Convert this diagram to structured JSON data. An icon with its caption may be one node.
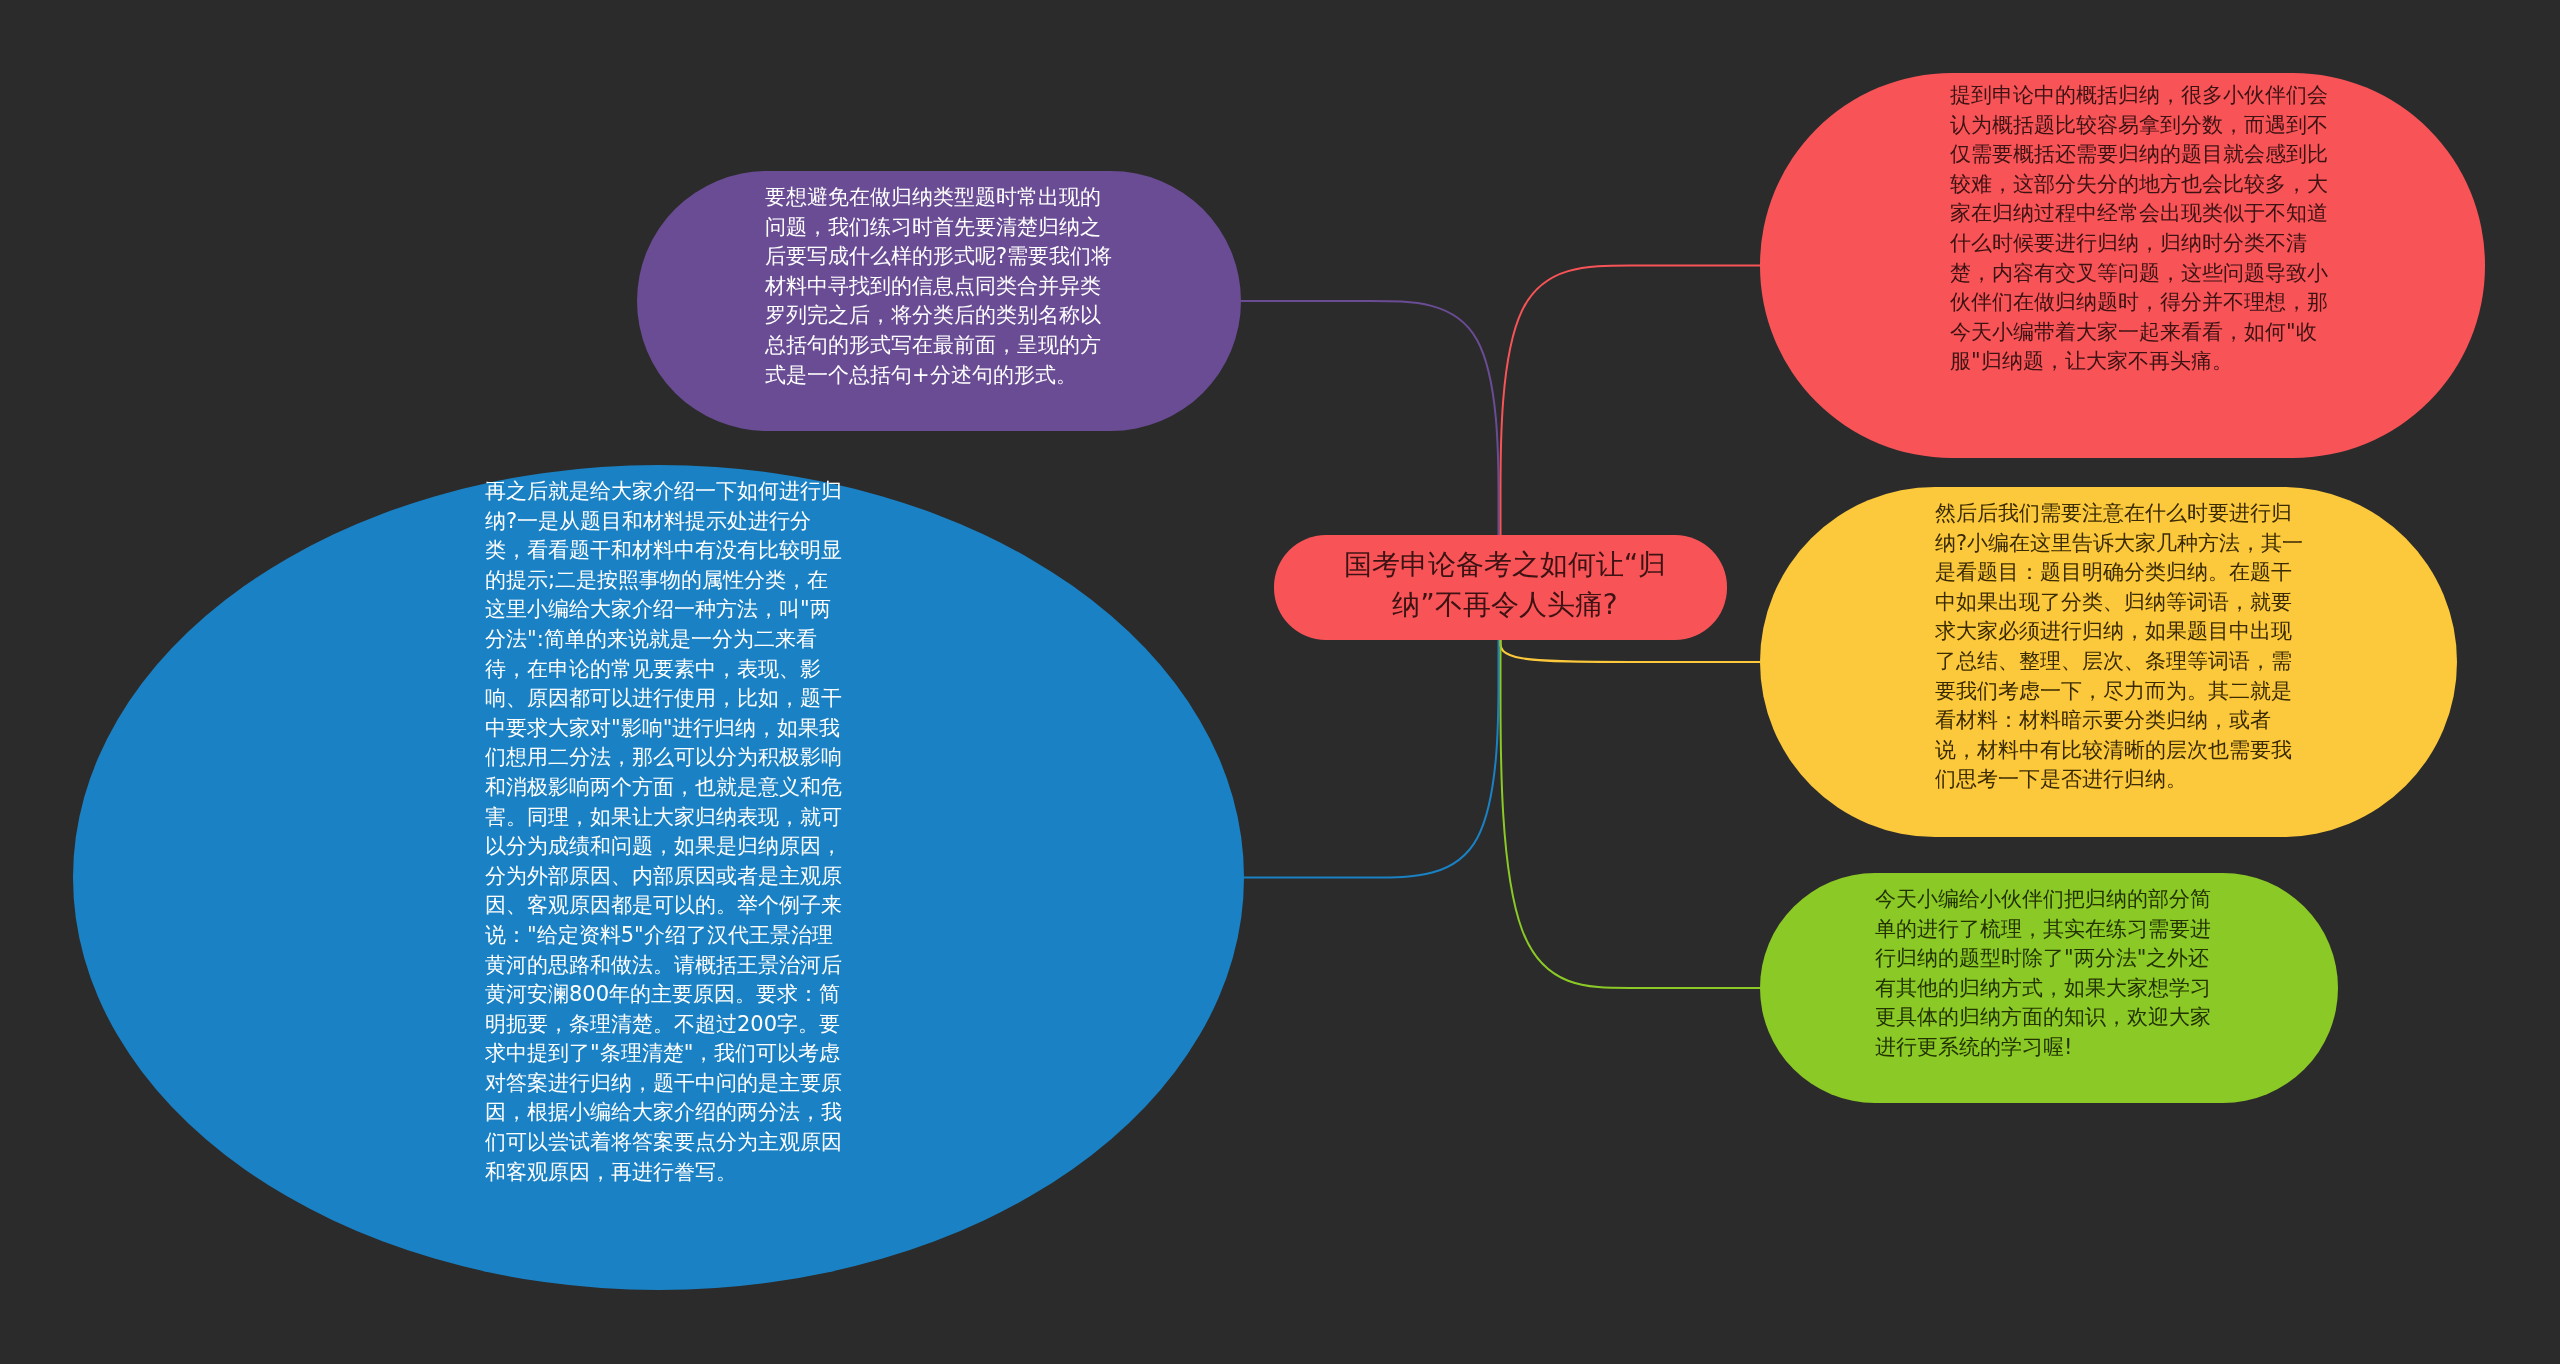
{
  "diagram": {
    "nodes": [
      {
        "text": [
          "国考申论备考之如何让“归纳”不再令人头痛?"
        ]
      },
      {
        "text": [
          "要想避免在做归纳类型题时常出现的问题，我们练习时首先要清楚归纳之后要写成什么样的形式呢?需要我们将材料中寻找到的信息点同类合并异类罗列完之后，将分类后的类别名称以总括句的形式写在最前面，呈现的方式是一个总括句+分述句的形式。"
        ]
      },
      {
        "text": [
          "提到申论中的概括归纳，很多小伙伴们会认为概括题比较容易拿到分数，而遇到不仅需要概括还需要归纳的题目就会感到比较难，这部分失分的地方也会比较多，大家在归纳过程中经常会出现类似于不知道什么时候要进行归纳，归纳时分类不清楚，内容有交叉等问题，这些问题导致小伙伴们在做归纳题时，得分并不理想，那今天小编带着大家一起来看看，如何\"收服\"归纳题，让大家不再头痛。"
        ]
      },
      {
        "text": [
          "再之后就是给大家介绍一下如何进行归纳?一是从题目和材料提示处进行分类，看看题干和材料中有没有比较明显的提示;二是按照事物的属性分类，在这里小编给大家介绍一种方法，叫\"两分法\":简单的来说就是一分为二来看待，在申论的常见要素中，表现、影响、原因都可以进行使用，比如，题干中要求大家对\"影响\"进行归纳，如果我们想用二分法，那么可以分为积极影响和消极影响两个方面，也就是意义和危害。同理，如果让大家归纳表现，就可以分为成绩和问题，如果是归纳原因，分为外部原因、内部原因或者是主观原因、客观原因都是可以的。举个例子来说：\"给定资料5\"介绍了汉代王景治理黄河的思路和做法。请概括王景治河后黄河安澜800年的主要原因。要求：简明扼要，条理清楚。不超过200字。要求中提到了\"条理清楚\"，我们可以考虑对答案进行归纳，题干中问的是主要原因，根据小编给大家介绍的两分法，我们可以尝试着将答案要点分为主观原因和客观原因，再进行誊写。"
        ]
      },
      {
        "text": [
          "然后后我们需要注意在什么时要进行归纳?小编在这里告诉大家几种方法，其一是看题目：题目明确分类归纳。在题干中如果出现了分类、归纳等词语，就要求大家必须进行归纳，如果题目中出现了总结、整理、层次、条理等词语，需要我们考虑一下，尽力而为。其二就是看材料：材料暗示要分类归纳，或者说，材料中有比较清晰的层次也需要我们思考一下是否进行归纳。"
        ]
      },
      {
        "text": [
          "今天小编给小伙伴们把归纳的部分简单的进行了梳理，其实在练习需要进行归纳的题型时除了\"两分法\"之外还有其他的归纳方式，如果大家想学习更具体的归纳方面的知识，欢迎大家进行更系统的学习喔!"
        ]
      }
    ],
    "edges": [
      {
        "from": 0,
        "to": 1,
        "arrow": "none",
        "color": "#6a4c94"
      },
      {
        "from": 0,
        "to": 2,
        "arrow": "none",
        "color": "#f85458"
      },
      {
        "from": 0,
        "to": 3,
        "arrow": "none",
        "color": "#1a82c4"
      },
      {
        "from": 0,
        "to": 4,
        "arrow": "none",
        "color": "#fcc93c"
      },
      {
        "from": 0,
        "to": 5,
        "arrow": "none",
        "color": "#8bc926"
      }
    ]
  }
}
